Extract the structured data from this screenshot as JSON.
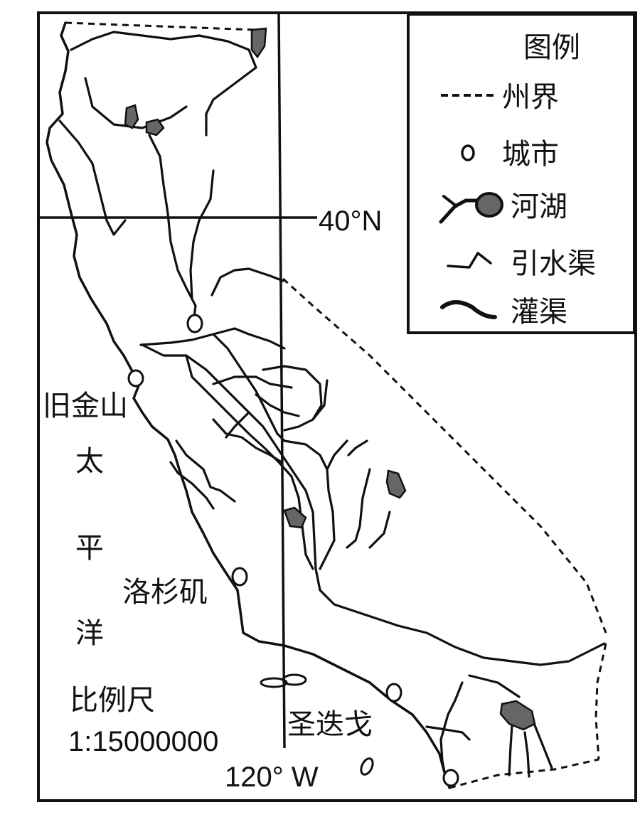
{
  "map": {
    "latitude_label": "40°N",
    "longitude_label": "120° W",
    "ocean": [
      "太",
      "平",
      "洋"
    ],
    "scale_title": "比例尺",
    "scale_value": "1:15000000",
    "cities": {
      "san_francisco": "旧金山",
      "los_angeles": "洛杉矶",
      "san_diego": "圣迭戈"
    }
  },
  "legend": {
    "title": "图例",
    "items": [
      {
        "symbol": "state-border",
        "label": "州界"
      },
      {
        "symbol": "city",
        "label": "城市"
      },
      {
        "symbol": "river-lake",
        "label": "河湖"
      },
      {
        "symbol": "aqueduct",
        "label": "引水渠"
      },
      {
        "symbol": "irrigation-canal",
        "label": "灌渠"
      }
    ]
  }
}
